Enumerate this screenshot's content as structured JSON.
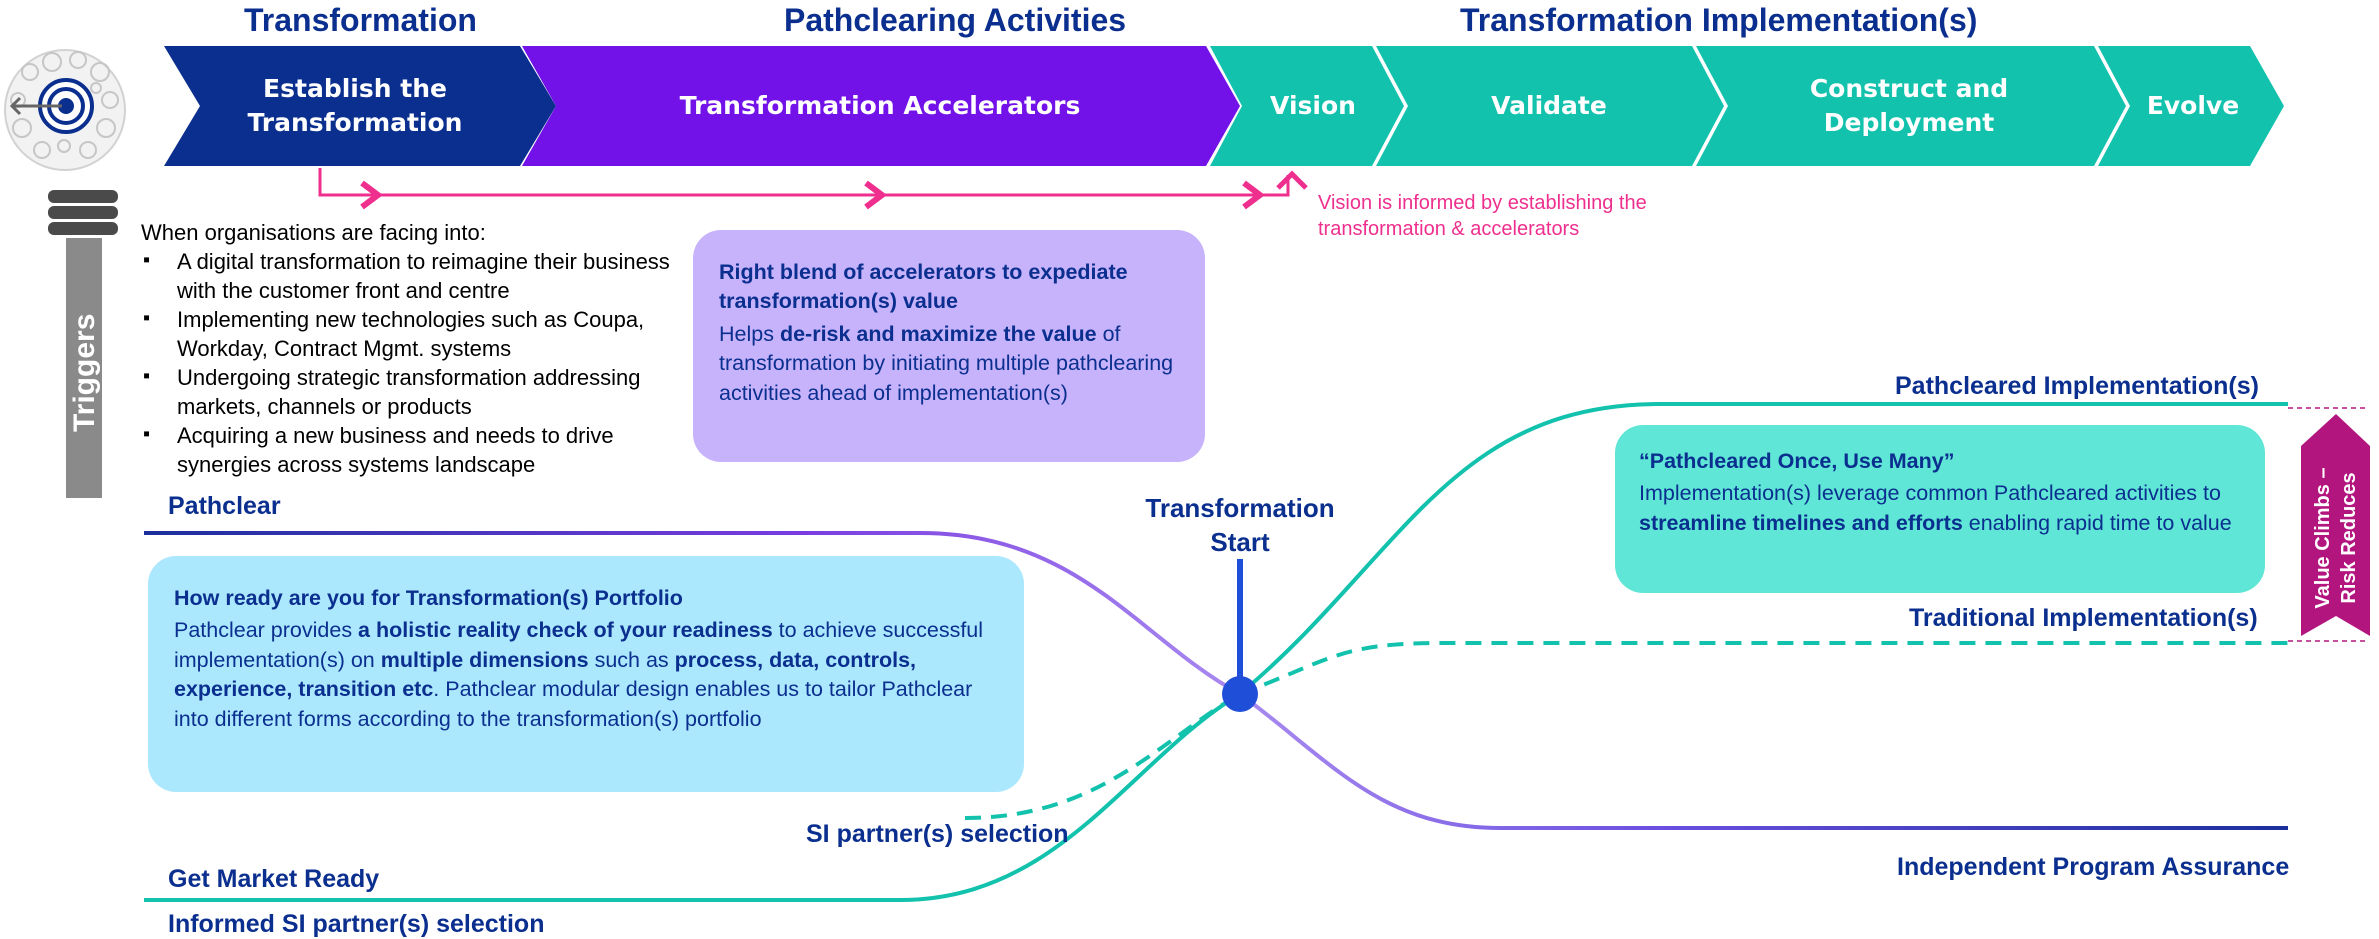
{
  "phases": {
    "transformation": "Transformation",
    "pathclearing": "Pathclearing Activities",
    "implementation": "Transformation Implementation(s)"
  },
  "chevrons": {
    "establish": "Establish the Transformation",
    "accelerators": "Transformation Accelerators",
    "vision": "Vision",
    "validate": "Validate",
    "construct": "Construct and Deployment",
    "evolve": "Evolve"
  },
  "colors": {
    "navy": "#0b2f8f",
    "purple": "#7211e8",
    "teal": "#12c2ad",
    "pink": "#ee2f8e",
    "magenta": "#b3157f",
    "lavender_box": "#c7b3fb",
    "blue_box": "#abe8fd",
    "teal_box": "#5fe6d6"
  },
  "vision_note": "Vision is informed by establishing the transformation & accelerators",
  "triggers": {
    "label": "Triggers",
    "intro": "When organisations are facing into:",
    "items": [
      "A digital transformation to reimagine their business with the customer front and centre",
      "Implementing new technologies such as Coupa, Workday, Contract Mgmt. systems",
      "Undergoing strategic transformation addressing markets, channels or products",
      "Acquiring a new business and needs to drive synergies across systems landscape"
    ]
  },
  "accelerator_box": {
    "title": "Right blend of accelerators to expediate transformation(s) value",
    "body_pre": "Helps ",
    "body_bold": "de-risk and maximize the value",
    "body_post": " of transformation by initiating multiple pathclearing activities ahead of implementation(s)"
  },
  "pathclear_box": {
    "title": "How ready are you for Transformation(s) Portfolio",
    "p1": "Pathclear provides ",
    "b1": "a holistic reality check of your readiness",
    "p2": " to achieve successful implementation(s) on ",
    "b2": "multiple dimensions",
    "p3": " such as ",
    "b3": "process, data, controls, experience, transition etc",
    "p4": ". Pathclear modular design enables us to tailor Pathclear into different forms according to the transformation(s) portfolio"
  },
  "pathcleared_box": {
    "title": "“Pathcleared Once, Use Many”",
    "p1": "Implementation(s) leverage common Pathcleared activities to ",
    "b1": "streamline timelines and efforts",
    "p2": " enabling rapid time to value"
  },
  "labels": {
    "pathclear": "Pathclear",
    "transformation_start": "Transformation Start",
    "si_partner": "SI partner(s) selection",
    "get_market_ready": "Get Market Ready",
    "informed_si": "Informed SI partner(s) selection",
    "pathcleared_impl": "Pathcleared Implementation(s)",
    "traditional_impl": "Traditional Implementation(s)",
    "independent_assurance": "Independent Program Assurance",
    "value_climbs": "Value Climbs – Risk Reduces"
  }
}
